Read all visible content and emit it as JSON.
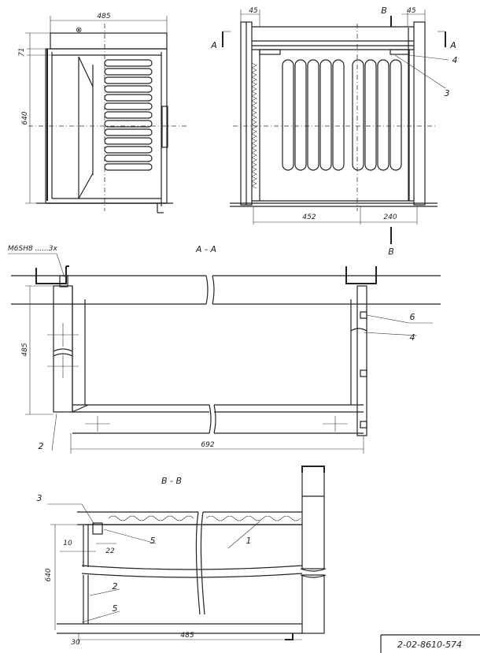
{
  "views": {
    "front": {
      "dim_width": "485",
      "dim_height": "640",
      "dim_top": "71"
    },
    "side": {
      "dim_top_left": "45",
      "section_b_top": "B",
      "dim_top_right": "45",
      "section_a_left": "A",
      "section_a_right": "A",
      "callout_4": "4",
      "callout_3": "3",
      "dim_452": "452",
      "dim_240": "240",
      "section_b_bottom": "B"
    },
    "section_aa": {
      "title": "A - A",
      "fastener_note": "M6SH8 ......3x",
      "dim_height": "485",
      "dim_width": "692",
      "callout_6": "6",
      "callout_4": "4",
      "callout_2": "2"
    },
    "section_bb": {
      "title": "B - B",
      "callout_3": "3",
      "callout_5_top": "5",
      "callout_1": "1",
      "callout_2": "2",
      "callout_5_bottom": "5",
      "dim_10": "10",
      "dim_22": "22",
      "dim_640": "640",
      "dim_30": "30",
      "dim_485": "485"
    }
  },
  "drawing_number": "2-02-8610-574"
}
